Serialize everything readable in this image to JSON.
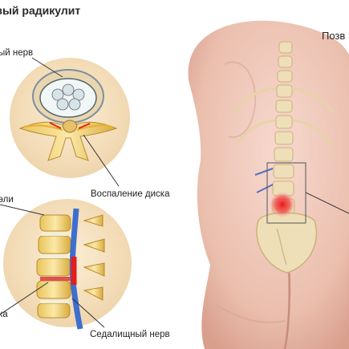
{
  "title": "зый радикулит",
  "labels": {
    "nerve_top": "ый нерв",
    "disc_inflammation": "Воспаление диска",
    "left_mid": "эли",
    "left_bottom": "ка",
    "sciatic_nerve": "Седалищный нерв",
    "spine_top_right": "Позв"
  }
}
